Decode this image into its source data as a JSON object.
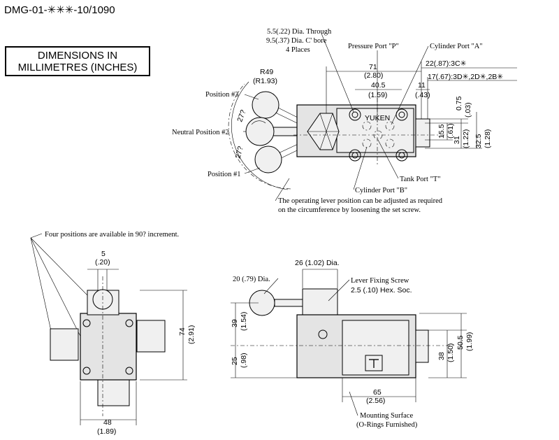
{
  "title": "DMG-01-✳✳✳-10/1090",
  "units": {
    "line1": "DIMENSIONS IN",
    "line2": "MILLIMETRES (INCHES)"
  },
  "top_view": {
    "bolt_hole": {
      "l1": "5.5(.22) Dia. Through",
      "l2": "9.5(.37) Dia. C' bore",
      "l3": "4 Places"
    },
    "pressure_port": "Pressure Port \"P\"",
    "cylinder_a": "Cylinder Port \"A\"",
    "cylinder_b": "Cylinder Port \"B\"",
    "tank_port": "Tank Port \"T\"",
    "r49": "R49",
    "r49_in": "(R1.93)",
    "position3": "Position #3",
    "neutral": "Neutral Position #2",
    "position1": "Position #1",
    "angle_top": "27?",
    "angle_bottom": "27?",
    "dim71": "71",
    "dim71_in": "(2.80)",
    "dim405": "40.5",
    "dim405_in": "(1.59)",
    "dim11": "11",
    "dim11_in": "(.43)",
    "model_a": "22(.87):3C✳",
    "model_b": "17(.67):3D✳,2D✳,2B✳",
    "dim075": "0.75",
    "dim075_in": "(.03)",
    "dim155": "15.5",
    "dim155_in": "(.61)",
    "dim31": "31",
    "dim31_in": "(1.22)",
    "dim325": "32.5",
    "dim325_in": "(1.28)",
    "brand": "YUKEN",
    "note_l1": "The operating lever position can be adjusted as required",
    "note_l2": "on the circumference by loosening the set screw."
  },
  "left_view": {
    "four_positions": "Four positions are available in 90? increment.",
    "dim5": "5",
    "dim5_in": "(.20)",
    "dim74": "74",
    "dim74_in": "(2.91)",
    "dim48": "48",
    "dim48_in": "(1.89)"
  },
  "front_view": {
    "dim20": "20 (.79) Dia.",
    "dim26": "26 (1.02) Dia.",
    "lever_screw_l1": "Lever Fixing Screw",
    "lever_screw_l2": "2.5 (.10) Hex. Soc.",
    "dim39": "39",
    "dim39_in": "(1.54)",
    "dim25": "25",
    "dim25_in": "(.98)",
    "dim38": "38",
    "dim38_in": "(1.50)",
    "dim505": "50.5",
    "dim505_in": "(1.99)",
    "dim65": "65",
    "dim65_in": "(2.56)",
    "mount_l1": "Mounting Surface",
    "mount_l2": "(O-Rings Furnished)"
  }
}
